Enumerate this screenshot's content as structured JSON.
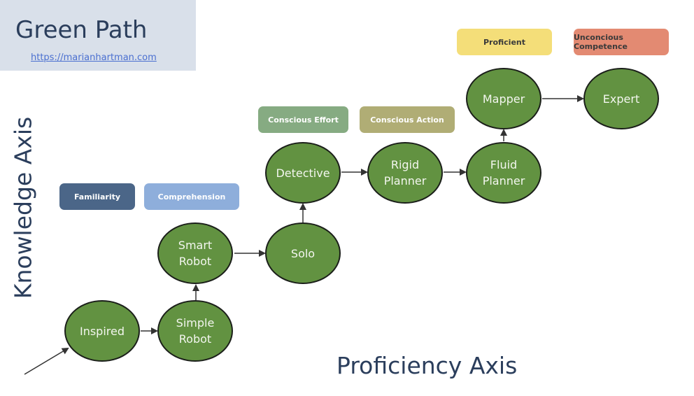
{
  "header": {
    "title": "Green Path",
    "link": "https://marianhartman.com"
  },
  "axes": {
    "y_label": "Knowledge Axis",
    "x_label": "Proficiency Axis"
  },
  "stages": [
    {
      "label": "Familiarity",
      "bg": "#4b6688",
      "fg": "#ffffff"
    },
    {
      "label": "Comprehension",
      "bg": "#8eaedb",
      "fg": "#ffffff"
    },
    {
      "label": "Conscious Effort",
      "bg": "#86ab82",
      "fg": "#ffffff"
    },
    {
      "label": "Conscious Action",
      "bg": "#b0ad75",
      "fg": "#ffffff"
    },
    {
      "label": "Proficient",
      "bg": "#f4de79",
      "fg": "#3a3a3a"
    },
    {
      "label": "Unconcious Competence",
      "bg": "#e38a72",
      "fg": "#3a3a3a"
    }
  ],
  "nodes": [
    {
      "line1": "Inspired",
      "line2": ""
    },
    {
      "line1": "Simple",
      "line2": "Robot"
    },
    {
      "line1": "Smart",
      "line2": "Robot"
    },
    {
      "line1": "Solo",
      "line2": ""
    },
    {
      "line1": "Detective",
      "line2": ""
    },
    {
      "line1": "Rigid",
      "line2": "Planner"
    },
    {
      "line1": "Fluid",
      "line2": "Planner"
    },
    {
      "line1": "Mapper",
      "line2": ""
    },
    {
      "line1": "Expert",
      "line2": ""
    }
  ],
  "edges": [
    [
      "start",
      "Inspired"
    ],
    [
      "Inspired",
      "Simple Robot"
    ],
    [
      "Simple Robot",
      "Smart Robot"
    ],
    [
      "Smart Robot",
      "Solo"
    ],
    [
      "Solo",
      "Detective"
    ],
    [
      "Detective",
      "Rigid Planner"
    ],
    [
      "Rigid Planner",
      "Fluid Planner"
    ],
    [
      "Fluid Planner",
      "Mapper"
    ],
    [
      "Mapper",
      "Expert"
    ]
  ],
  "colors": {
    "node_fill": "#629241",
    "node_border": "#1b1f1a",
    "axis_text": "#2b3e5c",
    "title_bg": "#d9e0ea"
  }
}
